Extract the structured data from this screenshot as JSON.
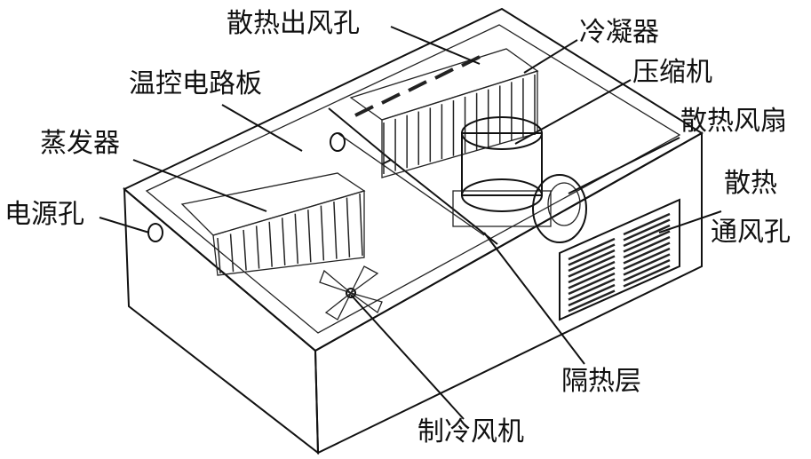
{
  "labels": {
    "exhaust_vent": "散热出风孔",
    "condenser": "冷凝器",
    "control_board": "温控电路板",
    "compressor": "压缩机",
    "evaporator": "蒸发器",
    "cooling_fan": "散热风扇",
    "power_hole": "电源孔",
    "vent_line1": "散热",
    "vent_line2": "通风孔",
    "insulation": "隔热层",
    "refrigeration_fan": "制冷风机"
  }
}
